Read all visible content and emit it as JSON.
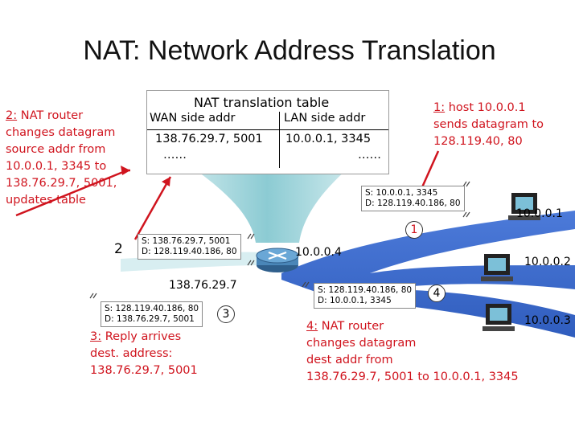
{
  "title": "NAT: Network Address Translation",
  "nat_table": {
    "caption": "NAT translation table",
    "col_wan": "WAN side addr",
    "col_lan": "LAN side addr",
    "row_wan": "138.76.29.7, 5001",
    "row_lan": "10.0.0.1, 3345",
    "more_wan": "……",
    "more_lan": "……"
  },
  "steps": {
    "s1": {
      "num": "1:",
      "lines": [
        " host 10.0.0.1",
        "sends datagram to",
        "128.119.40, 80"
      ]
    },
    "s2": {
      "num": "2:",
      "lines": [
        " NAT router",
        "changes datagram",
        "source addr from",
        "10.0.0.1, 3345 to",
        "138.76.29.7, 5001,",
        "updates table"
      ]
    },
    "s3": {
      "num": "3:",
      "lines": [
        " Reply arrives",
        " dest. address:",
        "138.76.29.7, 5001"
      ]
    },
    "s4": {
      "num": "4:",
      "lines": [
        " NAT router",
        "changes datagram",
        "dest addr from",
        "138.76.29.7, 5001 to 10.0.0.1, 3345"
      ]
    }
  },
  "packets": {
    "p1": {
      "src": "S: 10.0.0.1, 3345",
      "dst": "D: 128.119.40.186, 80"
    },
    "p2": {
      "src": "S: 138.76.29.7, 5001",
      "dst": "D: 128.119.40.186, 80"
    },
    "p3": {
      "src": "S: 128.119.40.186, 80",
      "dst": "D: 138.76.29.7, 5001"
    },
    "p4": {
      "src": "S: 128.119.40.186, 80",
      "dst": "D: 10.0.0.1, 3345"
    }
  },
  "markers": {
    "m1": "1",
    "m2": "2",
    "m3": "3",
    "m4": "4"
  },
  "addresses": {
    "router_lan": "10.0.0.4",
    "router_wan": "138.76.29.7",
    "host1": "10.0.0.1",
    "host2": "10.0.0.2",
    "host3": "10.0.0.3"
  },
  "colors": {
    "accent_red": "#d0141e",
    "lan_blue": "#2a5cc9",
    "funnel": "#9fd3d9",
    "router": "#4a86b8"
  }
}
